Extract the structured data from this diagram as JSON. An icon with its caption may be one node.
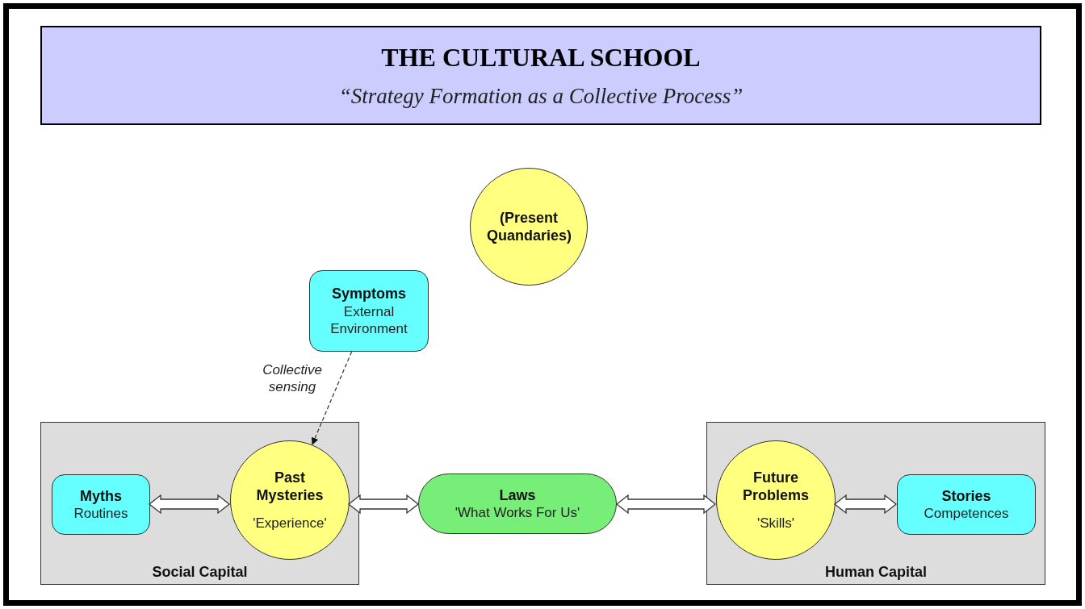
{
  "diagram": {
    "nodes": [
      {
        "text": [
          "THE CULTURAL SCHOOL",
          "“Strategy Formation as a Collective Process”"
        ]
      },
      {
        "text": [
          "(Present Quandaries)"
        ]
      },
      {
        "text": [
          "Symptoms",
          "External Environment"
        ]
      },
      {
        "text": [
          "Social Capital"
        ]
      },
      {
        "text": [
          "Myths",
          "Routines"
        ],
        "in": 3
      },
      {
        "text": [
          "Past Mysteries",
          "'Experience'"
        ],
        "in": 3
      },
      {
        "text": [
          "Laws",
          "'What Works For Us'"
        ]
      },
      {
        "text": [
          "Human Capital"
        ]
      },
      {
        "text": [
          "Future Problems",
          "'Skills'"
        ],
        "in": 7
      },
      {
        "text": [
          "Stories",
          "Competences"
        ],
        "in": 7
      }
    ],
    "edges": [
      {
        "from": 2,
        "to": 5,
        "arrow": "to",
        "style": "dashed",
        "label": "Collective sensing"
      },
      {
        "from": 4,
        "to": 5,
        "arrow": "both"
      },
      {
        "from": 5,
        "to": 6,
        "arrow": "both"
      },
      {
        "from": 6,
        "to": 8,
        "arrow": "both"
      },
      {
        "from": 8,
        "to": 9,
        "arrow": "both"
      }
    ]
  }
}
